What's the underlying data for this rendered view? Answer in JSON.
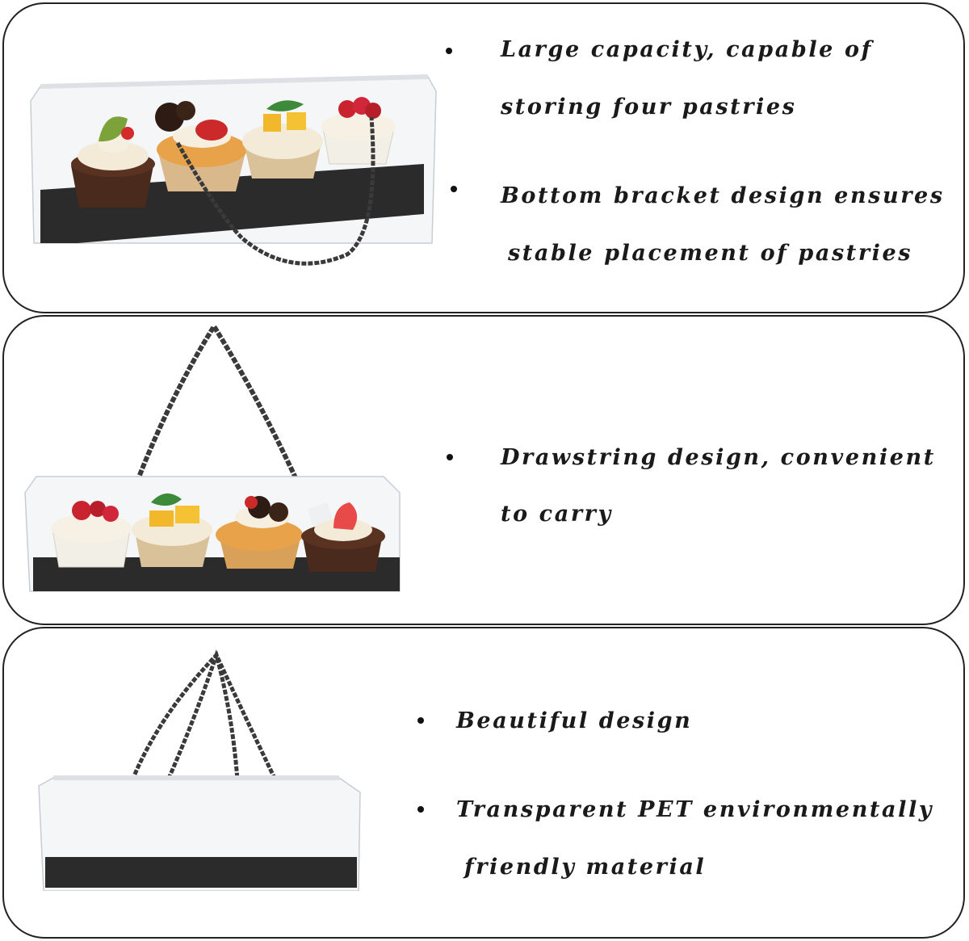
{
  "panels": [
    {
      "lines": [
        "Large capacity, capable of",
        "storing four pastries",
        "Bottom bracket design ensures",
        "stable placement of pastries"
      ]
    },
    {
      "lines": [
        "Drawstring design, convenient",
        "to carry"
      ]
    },
    {
      "lines": [
        "Beautiful design",
        "Transparent PET environmentally",
        "friendly material"
      ]
    }
  ],
  "illustrations": {
    "panel1": "four-cupcake-box-with-handle-icon",
    "panel2": "carried-cupcake-box-icon",
    "panel3": "empty-clear-box-with-handles-icon"
  },
  "colors": {
    "border": "#222222",
    "tray": "#2b2b2b",
    "rope": "#3a3a3a",
    "text": "#1a1a1a"
  }
}
